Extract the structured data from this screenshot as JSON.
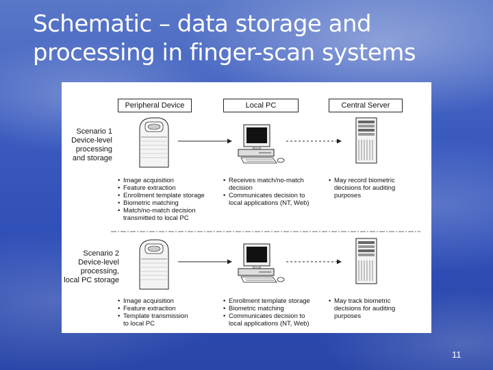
{
  "slide": {
    "title_line1": "Schematic – data storage and",
    "title_line2": "processing in finger-scan systems",
    "page_number": "11"
  },
  "diagram": {
    "columns": {
      "device": "Peripheral Device",
      "pc": "Local PC",
      "server": "Central Server"
    },
    "scenario1": {
      "label": [
        "Scenario 1",
        "Device-level",
        "processing",
        "and storage"
      ],
      "device_items": [
        "Image acquisition",
        "Feature extraction",
        "Enrollment template storage",
        "Biometric matching",
        "Match/no-match decision",
        "transmitted to local PC"
      ],
      "pc_items": [
        "Receives match/no-match",
        "decision",
        "Communicates decision to",
        "local applications (NT, Web)"
      ],
      "server_items": [
        "May record biometric",
        "decisions for auditing",
        "purposes"
      ]
    },
    "scenario2": {
      "label": [
        "Scenario 2",
        "Device-level",
        "processing,",
        "local PC storage"
      ],
      "device_items": [
        "Image acquisition",
        "Feature extraction",
        "Template transmission",
        "to local PC"
      ],
      "pc_items": [
        "Enrollment template storage",
        "Biometric matching",
        "Communicates decision to",
        "local applications (NT, Web)"
      ],
      "server_items": [
        "May track biometric",
        "decisions for auditing",
        "purposes"
      ]
    }
  },
  "colors": {
    "background": "#3b5bbf",
    "title": "#ffffff",
    "figure_bg": "#ffffff"
  }
}
